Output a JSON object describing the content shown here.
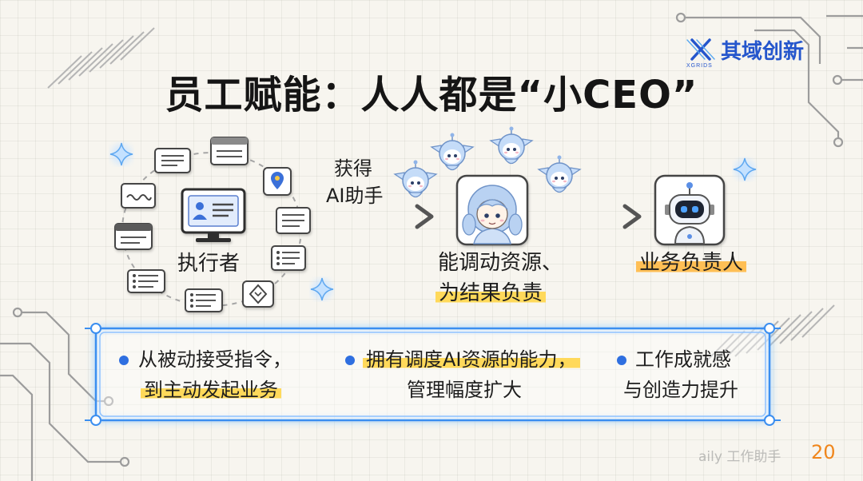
{
  "brand": {
    "logo_icon": "xgrids-logo-icon",
    "logo_text": "XGRIDS",
    "name": "其域创新"
  },
  "title": "员工赋能：人人都是“小CEO”",
  "flow": {
    "start": {
      "label": "执行者",
      "icon": "monitor-profile-icon"
    },
    "transition": {
      "line1": "获得",
      "line2": "AI助手",
      "icon": "arrow-right-icon"
    },
    "middle": {
      "line1": "能调动资源、",
      "line2": "为结果负责",
      "icon": "employee-portrait-icon",
      "helper_icon": "ai-assistant-mascot-icon"
    },
    "end": {
      "label": "业务负责人",
      "icon": "robot-icon"
    }
  },
  "benefits": [
    {
      "line1": "从被动接受指令，",
      "line2": "到主动发起业务"
    },
    {
      "line1": "拥有调度AI资源的能力，",
      "line2": "管理幅度扩大"
    },
    {
      "line1": "工作成就感",
      "line2": "与创造力提升"
    }
  ],
  "page_number": "20",
  "watermark": "aily 工作助手",
  "colors": {
    "text": "#1e1e1e",
    "brand": "#2556cc",
    "accent": "#2f6fe0",
    "highlight": "#ffd95a",
    "highlight_strong": "#ffbf55",
    "page_number": "#f0861c"
  }
}
